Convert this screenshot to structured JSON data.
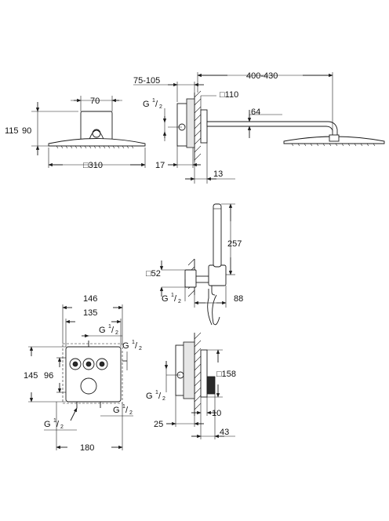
{
  "head_front": {
    "width_top": "70",
    "height_total": "115",
    "height_inner": "90",
    "diameter": "□310"
  },
  "head_side": {
    "wall_offset": "75-105",
    "reach": "400-430",
    "thread": {
      "base": "G",
      "num": "1",
      "den": "2"
    },
    "plate": "□110",
    "arm_height": "64",
    "depth_17": "17",
    "depth_13": "13"
  },
  "hand_shower": {
    "length": "257",
    "holder": "□52",
    "thread": {
      "base": "G",
      "num": "1",
      "den": "2"
    },
    "projection": "88"
  },
  "valve_front": {
    "w146": "146",
    "w135": "135",
    "thread_top": {
      "base": "G",
      "num": "1",
      "den": "2"
    },
    "thread_right": {
      "base": "G",
      "num": "1",
      "den": "2"
    },
    "h145": "145",
    "h96": "96",
    "thread_bl": {
      "base": "G",
      "num": "1",
      "den": "2"
    },
    "thread_br": {
      "base": "G",
      "num": "1",
      "den": "2"
    },
    "w180": "180"
  },
  "valve_side": {
    "thread": {
      "base": "G",
      "num": "1",
      "den": "2"
    },
    "plate": "□158",
    "d10": "10",
    "d25": "25",
    "d43": "43"
  }
}
